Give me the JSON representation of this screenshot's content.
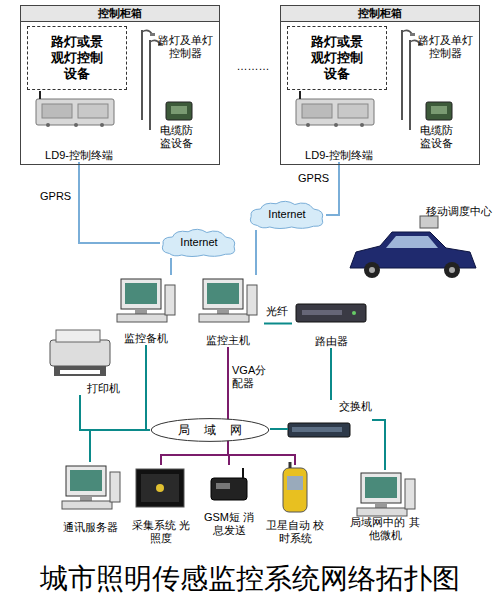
{
  "diagram": {
    "title": "城市照明传感监控系统网络拓扑图",
    "nodes": [
      {
        "text": [
          "控制柜箱"
        ]
      },
      {
        "text": [
          "路灯或景观灯控制设备"
        ],
        "in": 0
      },
      {
        "text": [
          "LD9-控制终端"
        ],
        "in": 0
      },
      {
        "text": [
          "控制柜箱"
        ]
      },
      {
        "text": [
          "路灯或景观灯控制设备"
        ],
        "in": 3
      },
      {
        "text": [
          "LD9-控制终端"
        ],
        "in": 3
      },
      {
        "text": [
          "Internet"
        ]
      },
      {
        "text": [
          "Internet"
        ]
      },
      {
        "text": [
          "移动调度中心"
        ]
      },
      {
        "text": [
          "监控备机"
        ]
      },
      {
        "text": [
          "监控主机"
        ]
      },
      {
        "text": [
          "路由器"
        ]
      },
      {
        "text": [
          "打印机"
        ]
      },
      {
        "text": [
          "局域网"
        ]
      },
      {
        "text": [
          "交换机"
        ]
      },
      {
        "text": [
          "通讯服务器"
        ]
      },
      {
        "text": [
          "采集系统 光照度"
        ]
      },
      {
        "text": [
          "GSM短 消息发送"
        ]
      },
      {
        "text": [
          "卫星自动 校时系统"
        ]
      },
      {
        "text": [
          "局域网中的 其他微机"
        ]
      }
    ],
    "edges": [
      {
        "from": 2,
        "to": 6,
        "label": "GPRS",
        "arrow": "none"
      },
      {
        "from": 5,
        "to": 7,
        "label": "GPRS",
        "arrow": "none"
      },
      {
        "from": 6,
        "to": 9,
        "arrow": "none"
      },
      {
        "from": 7,
        "to": 10,
        "arrow": "none"
      },
      {
        "from": 10,
        "to": 11,
        "label": "光纤",
        "arrow": "none"
      },
      {
        "from": 11,
        "to": 14,
        "arrow": "none"
      },
      {
        "from": 14,
        "to": 13,
        "arrow": "none"
      },
      {
        "from": 12,
        "to": 13,
        "arrow": "none"
      },
      {
        "from": 9,
        "to": 13,
        "arrow": "none"
      },
      {
        "from": 15,
        "to": 13,
        "arrow": "none"
      },
      {
        "from": 19,
        "to": 14,
        "arrow": "none"
      },
      {
        "from": 10,
        "to": 16,
        "label": "VGA分配器",
        "arrow": "none"
      },
      {
        "from": 10,
        "to": 17,
        "arrow": "none"
      },
      {
        "from": 10,
        "to": 18,
        "arrow": "none"
      }
    ],
    "labels": [
      "路灯及单灯控制器",
      "电缆防盗设备",
      "………",
      "路灯及单灯控制器",
      "电缆防盗设备"
    ]
  }
}
